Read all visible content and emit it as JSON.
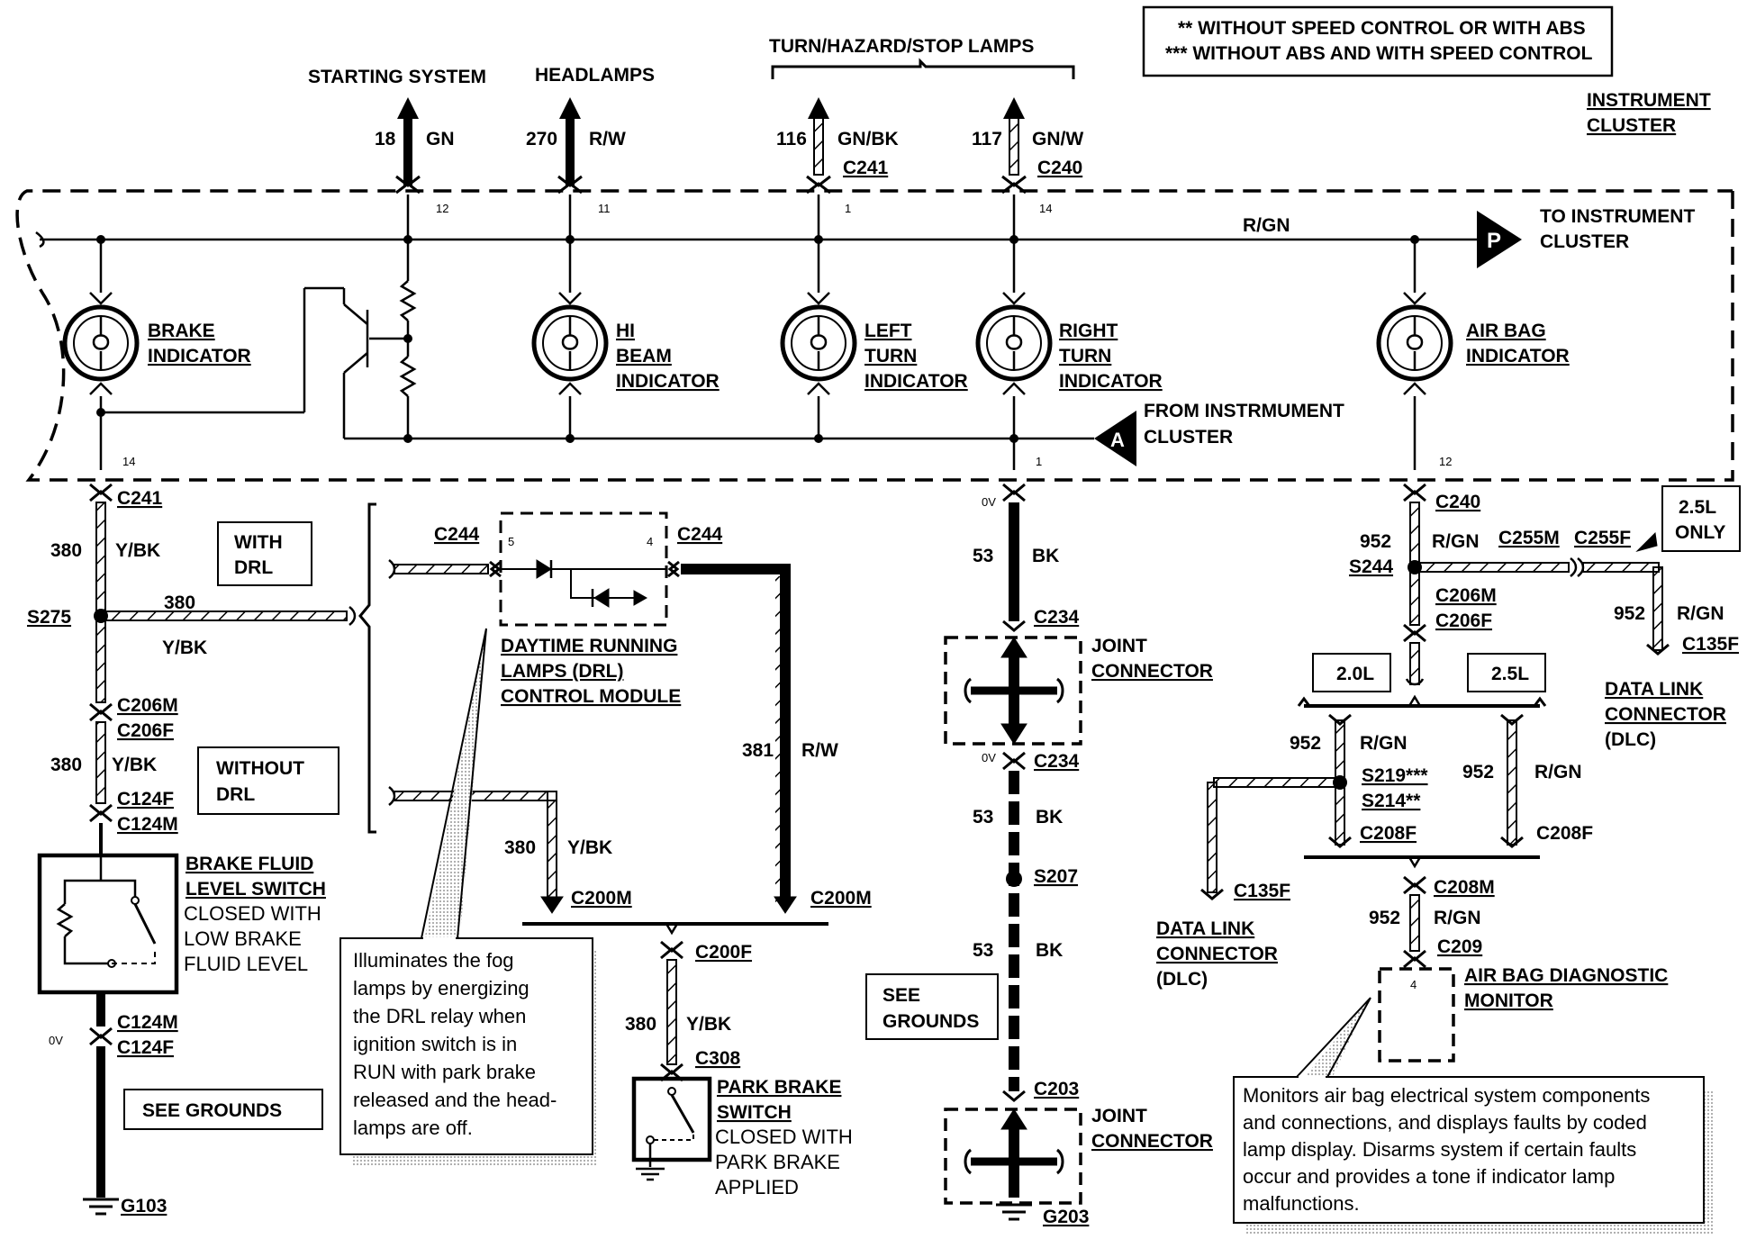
{
  "legend": {
    "line1": "**  WITHOUT SPEED CONTROL OR WITH ABS",
    "line2": "***  WITHOUT ABS AND WITH SPEED CONTROL"
  },
  "top": {
    "turn_group": "TURN/HAZARD/STOP LAMPS",
    "starting": "STARTING SYSTEM",
    "headlamps": "HEADLAMPS",
    "w18_num": "18",
    "w18_color": "GN",
    "w270_num": "270",
    "w270_color": "R/W",
    "w116_num": "116",
    "w116_color": "GN/BK",
    "w116_conn": "C241",
    "w117_num": "117",
    "w117_color": "GN/W",
    "w117_conn": "C240",
    "pin12": "12",
    "pin11": "11",
    "pin1": "1",
    "pin14": "14"
  },
  "cluster": {
    "title1": "INSTRUMENT",
    "title2": "CLUSTER",
    "to_cluster1": "TO INSTRUMENT",
    "to_cluster2": "CLUSTER",
    "p_marker": "P",
    "rgn_bus": "R/GN",
    "from_cluster1": "FROM INSTRMUMENT",
    "from_cluster2": "CLUSTER",
    "a_marker": "A",
    "brake1": "BRAKE",
    "brake2": "INDICATOR",
    "hibeam1": "HI",
    "hibeam2": "BEAM",
    "hibeam3": "INDICATOR",
    "left1": "LEFT",
    "left2": "TURN",
    "left3": "INDICATOR",
    "right1": "RIGHT",
    "right2": "TURN",
    "right3": "INDICATOR",
    "airbag1": "AIR BAG",
    "airbag2": "INDICATOR",
    "pin_b14": "14",
    "pin_b1": "1",
    "pin_b12": "12"
  },
  "left": {
    "c241": "C241",
    "w380a": "380",
    "ybk_a": "Y/BK",
    "with_drl1": "WITH",
    "with_drl2": "DRL",
    "s275": "S275",
    "w380_branch": "380",
    "ybk_branch": "Y/BK",
    "c206m": "C206M",
    "c206f": "C206F",
    "w380b": "380",
    "ybk_b": "Y/BK",
    "without_drl1": "WITHOUT",
    "without_drl2": "DRL",
    "c124f": "C124F",
    "c124m": "C124M",
    "bfls1": "BRAKE FLUID",
    "bfls2": "LEVEL SWITCH",
    "bfls3": "CLOSED WITH",
    "bfls4": "LOW BRAKE",
    "bfls5": "FLUID LEVEL",
    "ov": "0V",
    "c124m2": "C124M",
    "c124f2": "C124F",
    "see_grounds": "SEE GROUNDS",
    "g103": "G103"
  },
  "drl": {
    "c244_left": "C244",
    "c244_right": "C244",
    "pin5": "5",
    "pin4": "4",
    "name1": "DAYTIME RUNNING",
    "name2": "LAMPS (DRL)",
    "name3": "CONTROL MODULE",
    "w381": "381",
    "rw": "R/W",
    "w380": "380",
    "ybk": "Y/BK",
    "c200m_a": "C200M",
    "c200m_b": "C200M",
    "c200f": "C200F",
    "w380p": "380",
    "ybk_p": "Y/BK",
    "c308": "C308",
    "pbs1": "PARK BRAKE",
    "pbs2": "SWITCH",
    "pbs3": "CLOSED WITH",
    "pbs4": "PARK BRAKE",
    "pbs5": "APPLIED",
    "note": [
      "Illuminates the fog",
      "lamps by energizing",
      "the DRL relay when",
      "ignition switch is in",
      "RUN with park brake",
      "released and the head-",
      "lamps are off."
    ]
  },
  "center": {
    "ov1": "0V",
    "w53a": "53",
    "bk_a": "BK",
    "c234a": "C234",
    "jc1a": "JOINT",
    "jc1b": "CONNECTOR",
    "ov2": "0V",
    "c234b": "C234",
    "w53b": "53",
    "bk_b": "BK",
    "s207": "S207",
    "w53c": "53",
    "bk_c": "BK",
    "see1": "SEE",
    "see2": "GROUNDS",
    "c203": "C203",
    "jc2a": "JOINT",
    "jc2b": "CONNECTOR",
    "g203": "G203"
  },
  "right": {
    "c240": "C240",
    "w952a": "952",
    "rgn_a": "R/GN",
    "s244": "S244",
    "c255m": "C255M",
    "c255f": "C255F",
    "only1": "2.5L",
    "only2": "ONLY",
    "c206m": "C206M",
    "c206f": "C206F",
    "w952b": "952",
    "rgn_b": "R/GN",
    "c135f_a": "C135F",
    "dlc_a1": "DATA LINK",
    "dlc_a2": "CONNECTOR",
    "dlc_a3": "(DLC)",
    "box20": "2.0L",
    "box25": "2.5L",
    "w952c": "952",
    "rgn_c": "R/GN",
    "s219": "S219***",
    "s214": "S214**",
    "c208f_a": "C208F",
    "w952d": "952",
    "rgn_d": "R/GN",
    "c208f_b": "C208F",
    "c135f_b": "C135F",
    "dlc_b1": "DATA LINK",
    "dlc_b2": "CONNECTOR",
    "dlc_b3": "(DLC)",
    "c208m": "C208M",
    "w952e": "952",
    "rgn_e": "R/GN",
    "c209": "C209",
    "pin4": "4",
    "adm1": "AIR BAG DIAGNOSTIC",
    "adm2": "MONITOR",
    "note": [
      "Monitors air bag electrical system components",
      "and connections, and displays faults by coded",
      "lamp display.  Disarms system if certain faults",
      "occur and provides a tone if indicator lamp",
      "malfunctions."
    ]
  }
}
